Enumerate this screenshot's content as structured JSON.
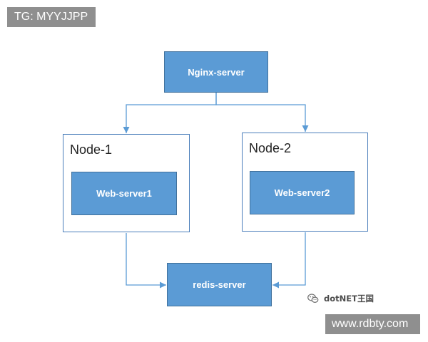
{
  "watermarks": {
    "top_left": "TG: MYYJJPP",
    "bottom_right": "www.rdbty.com",
    "source_label": "dotNET王国",
    "source_icon": "wechat-icon"
  },
  "diagram": {
    "nodes": [
      {
        "label": "Nginx-server"
      },
      {
        "label": "Node-1",
        "contains": [
          "Web-server1"
        ]
      },
      {
        "label": "Node-2",
        "contains": [
          "Web-server2"
        ]
      },
      {
        "label": "redis-server"
      }
    ],
    "edges": [
      [
        0,
        1
      ],
      [
        0,
        2
      ],
      [
        1,
        3
      ],
      [
        2,
        3
      ]
    ]
  },
  "colors": {
    "box_fill": "#5b9bd5",
    "box_border": "#41719c",
    "container_border": "#4a7ebb",
    "arrow": "#5b9bd5",
    "box_text": "#ffffff",
    "container_text": "#222222",
    "watermark_bg": "#8f8f8f",
    "watermark_text": "#ffffff",
    "source_text": "#4d4d4d"
  }
}
